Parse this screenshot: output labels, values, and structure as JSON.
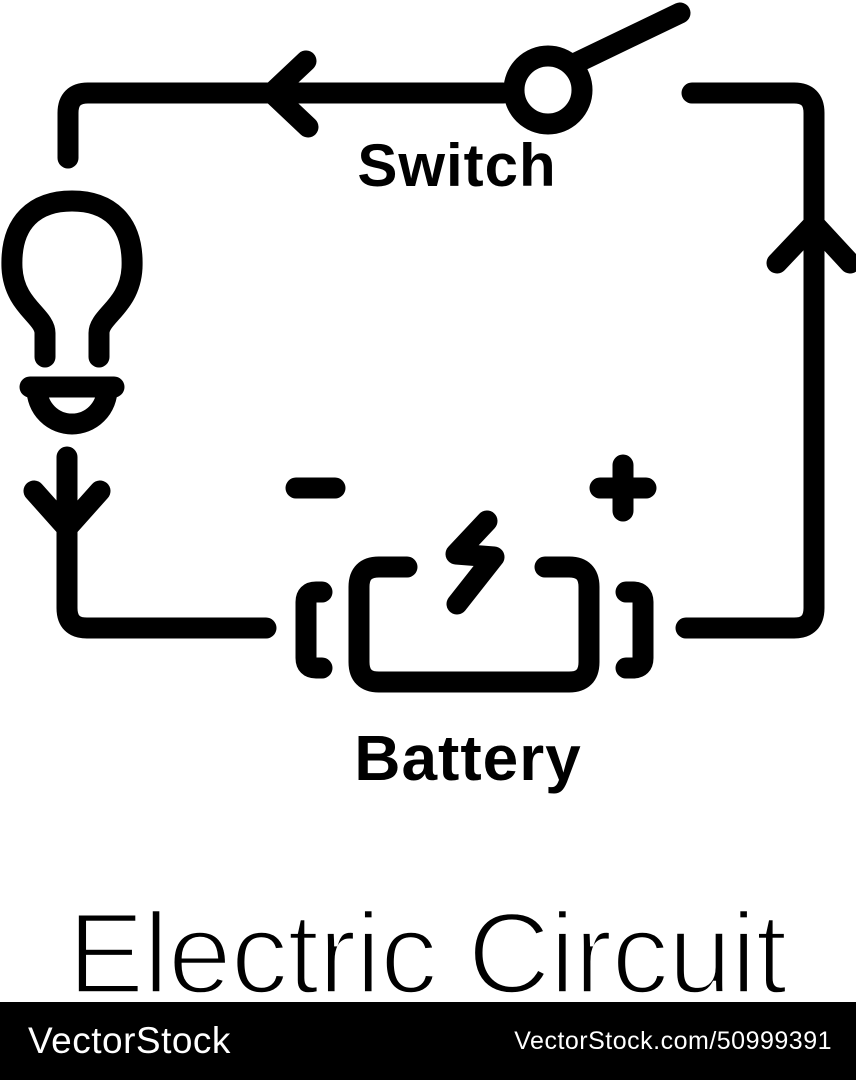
{
  "title": {
    "text": "Electric Circuit"
  },
  "diagram": {
    "labels": {
      "switch": "Switch",
      "battery": "Battery"
    },
    "polarity": {
      "negative": "-",
      "positive": "+"
    },
    "line_color": "#000000",
    "background": "#ffffff"
  },
  "watermark": {
    "brand": "VectorStock",
    "site_ref": "VectorStock.com/50999391",
    "bar_color": "#000000",
    "text_color": "#ffffff"
  }
}
